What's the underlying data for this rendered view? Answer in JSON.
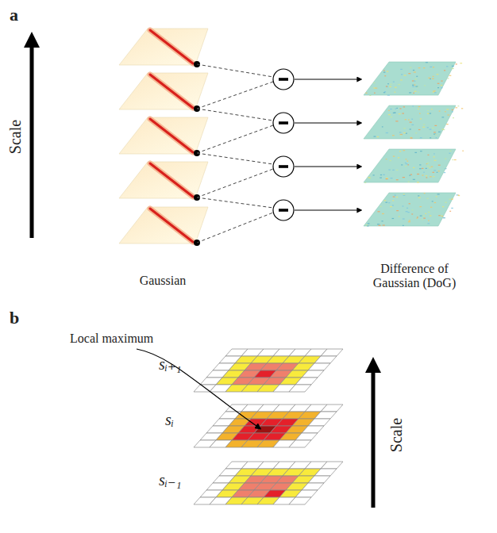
{
  "diagram": {
    "labels": [
      "a",
      "Scale",
      "Gaussian",
      "Difference of Gaussian (DoG)",
      "b",
      "Local maximum",
      "sᵢ₊₁",
      "sᵢ",
      "sᵢ₋₁",
      "Scale"
    ]
  }
}
